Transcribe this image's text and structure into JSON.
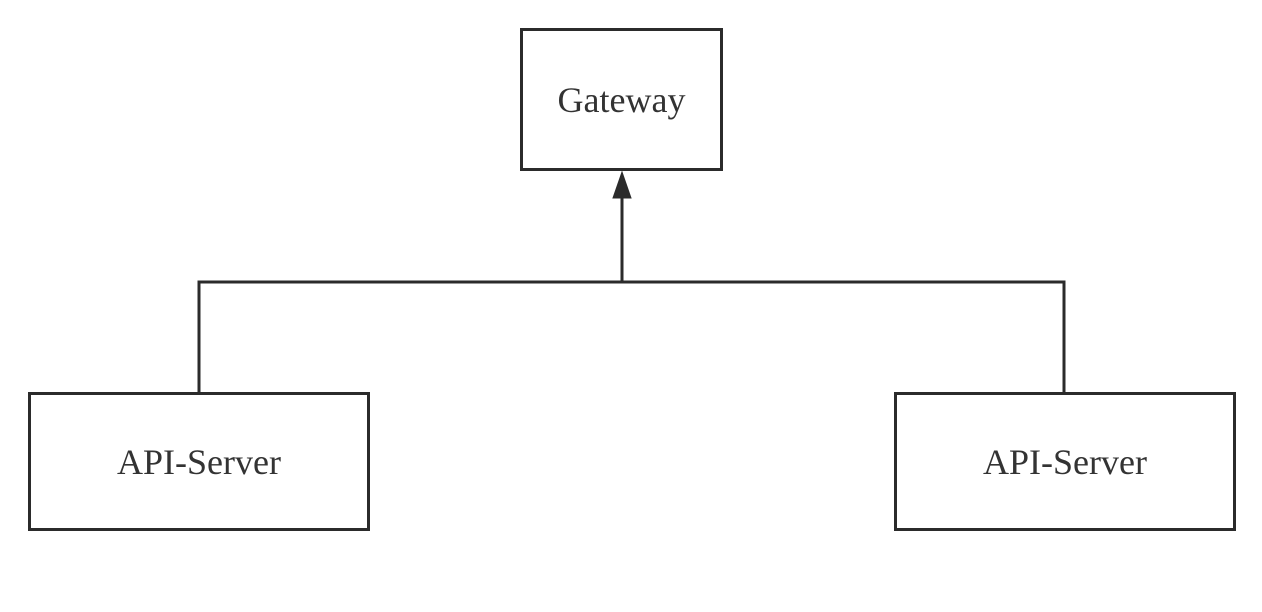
{
  "diagram": {
    "nodes": [
      {
        "id": "gateway",
        "label": "Gateway"
      },
      {
        "id": "api_left",
        "label": "API-Server"
      },
      {
        "id": "api_right",
        "label": "API-Server"
      }
    ],
    "edges": [
      {
        "from": "api_left",
        "to": "gateway",
        "directed": true
      },
      {
        "from": "api_right",
        "to": "gateway",
        "directed": true
      }
    ],
    "colors": {
      "stroke": "#2b2b2b",
      "text": "#333333",
      "background": "#ffffff"
    }
  }
}
